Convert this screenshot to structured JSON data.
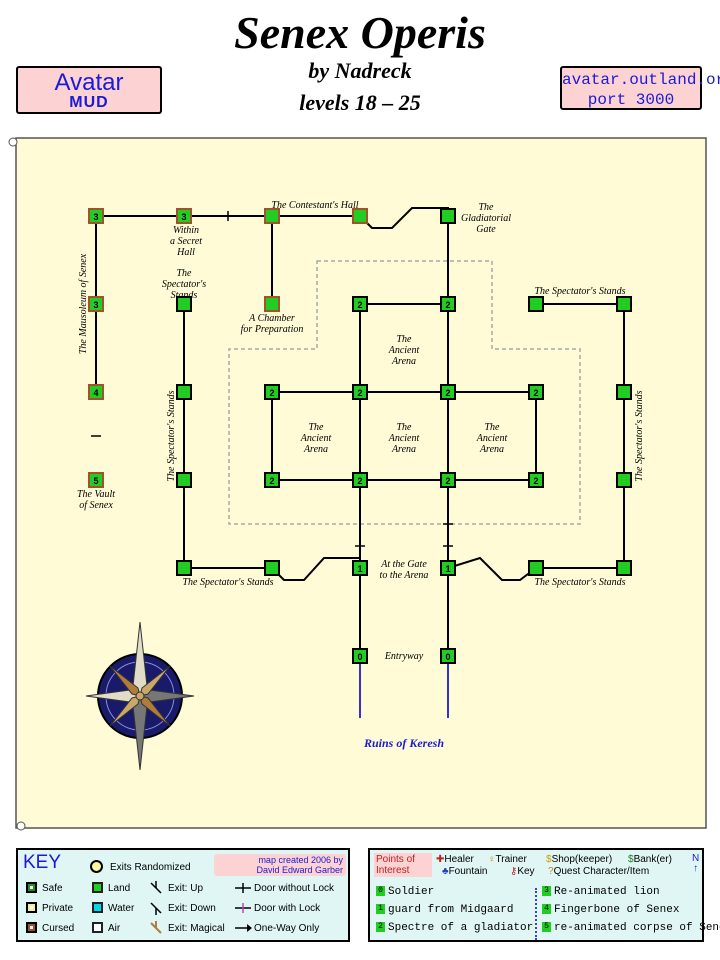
{
  "header": {
    "title": "Senex Operis",
    "author": "by Nadreck",
    "levels": "levels 18 – 25",
    "badge_left_line1": "Avatar",
    "badge_left_line2": "MUD",
    "badge_right_line1": "avatar.outland.org",
    "badge_right_line2": "port 3000"
  },
  "map": {
    "rooms": [
      {
        "id": "r1",
        "level": "3",
        "kind": "cursed"
      },
      {
        "id": "r2",
        "level": "3",
        "kind": "cursed"
      },
      {
        "id": "r3",
        "level": "",
        "kind": "cursed"
      },
      {
        "id": "r4",
        "level": "",
        "kind": "cursed"
      },
      {
        "id": "r5",
        "level": "",
        "kind": "land"
      },
      {
        "id": "r6",
        "level": "3",
        "kind": "cursed"
      },
      {
        "id": "r7",
        "level": "4",
        "kind": "cursed"
      },
      {
        "id": "r8",
        "level": "5",
        "kind": "cursed"
      },
      {
        "id": "r9",
        "level": "",
        "kind": "cursed"
      },
      {
        "id": "r10",
        "level": "2",
        "kind": "land"
      },
      {
        "id": "r11",
        "level": "2",
        "kind": "land"
      },
      {
        "id": "r12",
        "level": "2",
        "kind": "land"
      },
      {
        "id": "r13",
        "level": "2",
        "kind": "land"
      },
      {
        "id": "r14",
        "level": "2",
        "kind": "land"
      },
      {
        "id": "r15",
        "level": "2",
        "kind": "land"
      },
      {
        "id": "r16",
        "level": "2",
        "kind": "land"
      },
      {
        "id": "r17",
        "level": "2",
        "kind": "land"
      },
      {
        "id": "r18",
        "level": "2",
        "kind": "land"
      },
      {
        "id": "r19",
        "level": "2",
        "kind": "land"
      },
      {
        "id": "r20",
        "level": "1",
        "kind": "land"
      },
      {
        "id": "r21",
        "level": "1",
        "kind": "land"
      },
      {
        "id": "r22",
        "level": "0",
        "kind": "land"
      },
      {
        "id": "r23",
        "level": "0",
        "kind": "land"
      }
    ],
    "labels": {
      "contestants_hall": "The Contestant's Hall",
      "gladiatorial_gate_1": "The",
      "gladiatorial_gate_2": "Gladiatorial",
      "gladiatorial_gate_3": "Gate",
      "secret_hall_1": "Within",
      "secret_hall_2": "a Secret",
      "secret_hall_3": "Hall",
      "mausoleum": "The Mausoleum of Senex",
      "spect_top_1": "The",
      "spect_top_2": "Spectator's",
      "spect_top_3": "Stands",
      "chamber_1": "A Chamber",
      "chamber_2": "for Preparation",
      "spect_right_top": "The Spectator's Stands",
      "arena_top_1": "The",
      "arena_top_2": "Ancient",
      "arena_top_3": "Arena",
      "arena_l_1": "The",
      "arena_l_2": "Ancient",
      "arena_l_3": "Arena",
      "arena_c_1": "The",
      "arena_c_2": "Ancient",
      "arena_c_3": "Arena",
      "arena_r_1": "The",
      "arena_r_2": "Ancient",
      "arena_r_3": "Arena",
      "spect_left_vert": "The Spectator's Stands",
      "spect_right_vert": "The Spectator's Stands",
      "vault_1": "The Vault",
      "vault_2": "of Senex",
      "spect_bottom_left": "The Spectator's Stands",
      "spect_bottom_right": "The Spectator's Stands",
      "gate_arena_1": "At the Gate",
      "gate_arena_2": "to the Arena",
      "entryway": "Entryway",
      "ruins": "Ruins of Keresh"
    }
  },
  "key": {
    "title": "KEY",
    "exits_randomized": "Exits Randomized",
    "credit_line1": "map created 2006 by",
    "credit_line2": "David Edward Garber",
    "safe": "Safe",
    "private": "Private",
    "cursed": "Cursed",
    "land": "Land",
    "water": "Water",
    "air": "Air",
    "exit_up": "Exit: Up",
    "exit_down": "Exit: Down",
    "exit_magical": "Exit: Magical",
    "door_without_lock": "Door without Lock",
    "door_with_lock": "Door with Lock",
    "one_way": "One-Way Only",
    "colors": {
      "safe": "#2e8b2e",
      "private": "#f5e9a8",
      "cursed": "#a0522d",
      "land": "#22cc22",
      "water": "#00d8e8",
      "air": "#ffffff"
    }
  },
  "poi": {
    "title_line1": "Points of",
    "title_line2": "Interest",
    "healer": "Healer",
    "trainer": "Trainer",
    "shop": "Shop(keeper)",
    "bank": "Bank(er)",
    "fountain": "Fountain",
    "keyitem": "Key",
    "quest": "Quest Character/Item",
    "items": [
      {
        "num": "0",
        "text": "Soldier"
      },
      {
        "num": "1",
        "text": "guard from Midgaard"
      },
      {
        "num": "2",
        "text": "Spectre of a gladiator"
      },
      {
        "num": "3",
        "text": "Re-animated lion"
      },
      {
        "num": "4",
        "text": "Fingerbone of Senex"
      },
      {
        "num": "5",
        "text": "re-animated corpse of Senex"
      }
    ]
  }
}
